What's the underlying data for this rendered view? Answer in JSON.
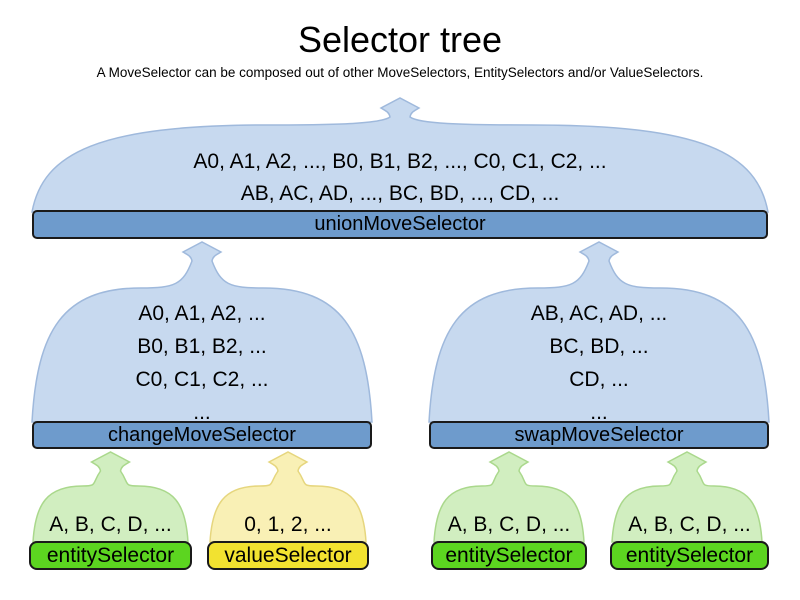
{
  "diagram": {
    "title": "Selector tree",
    "subtitle": "A MoveSelector can be composed out of other MoveSelectors, EntitySelectors and/or ValueSelectors.",
    "union_move_selector": {
      "label": "unionMoveSelector",
      "output_lines": [
        "A0, A1, A2, ..., B0, B1, B2, ..., C0, C1, C2, ...",
        "AB, AC, AD, ..., BC, BD, ..., CD, ..."
      ]
    },
    "change_move_selector": {
      "label": "changeMoveSelector",
      "output_lines": [
        "A0, A1, A2, ...",
        "B0, B1, B2, ...",
        "C0, C1, C2, ...",
        "..."
      ]
    },
    "swap_move_selector": {
      "label": "swapMoveSelector",
      "output_lines": [
        "AB, AC, AD, ...",
        "BC, BD, ...",
        "CD, ...",
        "..."
      ]
    },
    "leaf_selectors": [
      {
        "label": "entitySelector",
        "output": "A, B, C, D, ...",
        "kind": "entity"
      },
      {
        "label": "valueSelector",
        "output": "0, 1, 2, ...",
        "kind": "value"
      },
      {
        "label": "entitySelector",
        "output": "A, B, C, D, ...",
        "kind": "entity"
      },
      {
        "label": "entitySelector",
        "output": "A, B, C, D, ...",
        "kind": "entity"
      }
    ],
    "colors": {
      "move_cloud_fill": "#c7d9ef",
      "move_cloud_stroke": "#9fb9dc",
      "move_box_fill": "#6e9bcc",
      "entity_cloud_fill": "#d1eec0",
      "entity_cloud_stroke": "#aad88c",
      "entity_box_fill": "#5cd520",
      "value_cloud_fill": "#f9f0b5",
      "value_cloud_stroke": "#e6d67e",
      "value_box_fill": "#f2e230",
      "box_border": "#1a1a1a",
      "text": "#000000"
    }
  }
}
